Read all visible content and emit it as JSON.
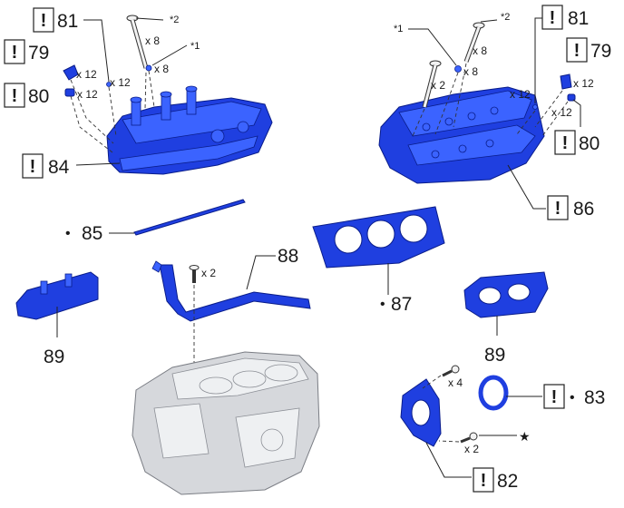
{
  "parts": {
    "p79_left": "79",
    "p80_left": "80",
    "p81_left": "81",
    "p84": "84",
    "p85": "85",
    "p88": "88",
    "p89_left": "89",
    "p81_right": "81",
    "p79_right": "79",
    "p80_right": "80",
    "p86": "86",
    "p87": "87",
    "p89_right": "89",
    "p83": "83",
    "p82": "82"
  },
  "quantities": {
    "x12_79_left": "x 12",
    "x12_80_left": "x 12",
    "x12_81_left": "x 12",
    "x8_bolt_left": "x 8",
    "x8_washer_left": "x 8",
    "x2_bolt_right": "x 2",
    "x8_bolt_right": "x 8",
    "x8_washer_right": "x 8",
    "x12_81_right": "x 12",
    "x12_79_right": "x 12",
    "x12_80_right": "x 12",
    "x2_pipe_bolt": "x 2",
    "x4_bolt": "x 4",
    "x2_bolt_lower": "x 2"
  },
  "notes": {
    "star1_left": "*1",
    "star2_left": "*2",
    "star1_right": "*1",
    "star2_right": "*2"
  },
  "symbols": {
    "caution": "!",
    "dot": "•",
    "star": "★"
  },
  "colors": {
    "part_highlight": "#1f3fe0",
    "engine_block": "#d6d8dc"
  }
}
